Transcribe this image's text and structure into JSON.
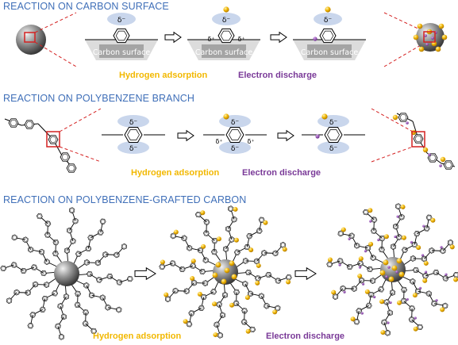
{
  "sections": [
    {
      "id": "carbon",
      "title": "REACTION ON CARBON SURFACE",
      "hydrogen_caption": "Hydrogen adsorption",
      "electron_caption": "Electron discharge",
      "surface_label": "Carbon surface"
    },
    {
      "id": "branch",
      "title": "REACTION ON POLYBENZENE BRANCH",
      "hydrogen_caption": "Hydrogen adsorption",
      "electron_caption": "Electron discharge"
    },
    {
      "id": "grafted",
      "title": "REACTION ON POLYBENZENE-GRAFTED CARBON",
      "hydrogen_caption": "Hydrogen adsorption",
      "electron_caption": "Electron discharge"
    }
  ],
  "charges": {
    "delta_minus": "δ⁻",
    "delta_plus": "δ⁺"
  },
  "colors": {
    "title": "#3f6fb8",
    "hydrogen": "#f2b800",
    "hydrogen_atom": "#f0b400",
    "electron": "#7a3a98",
    "cloud": "#c9d6ec",
    "surface": "#9a9a9a",
    "callout": "#d42020",
    "sphere": "#7d7d7d"
  }
}
